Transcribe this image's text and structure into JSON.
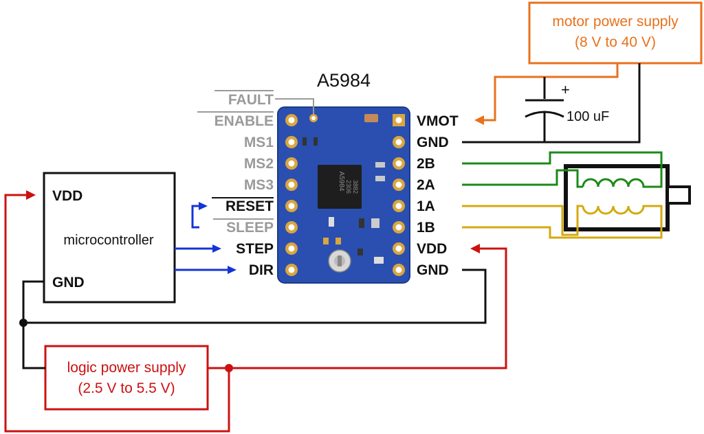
{
  "chip": {
    "title": "A5984",
    "marking_line1": "A5984",
    "marking_line2": "2306",
    "marking_line3": "3882"
  },
  "left_pins": {
    "fault": "FAULT",
    "enable": "ENABLE",
    "ms1": "MS1",
    "ms2": "MS2",
    "ms3": "MS3",
    "reset": "RESET",
    "sleep": "SLEEP",
    "step": "STEP",
    "dir": "DIR"
  },
  "right_pins": {
    "vmot": "VMOT",
    "gnd_top": "GND",
    "p2b": "2B",
    "p2a": "2A",
    "p1a": "1A",
    "p1b": "1B",
    "vdd": "VDD",
    "gnd_bottom": "GND"
  },
  "microcontroller": {
    "vdd": "VDD",
    "name": "microcontroller",
    "gnd": "GND"
  },
  "motor_supply": {
    "line1": "motor power supply",
    "line2": "(8 V to 40 V)"
  },
  "logic_supply": {
    "line1": "logic power supply",
    "line2": "(2.5 V to 5.5 V)"
  },
  "capacitor": {
    "value": "100 uF",
    "polarity": "+"
  },
  "colors": {
    "motor_power": "#e8711c",
    "logic_power": "#cc1111",
    "signal": "#1434d6",
    "coil_2": "#1a8a1a",
    "coil_1": "#d4a90f",
    "board": "#2a4fb0"
  }
}
